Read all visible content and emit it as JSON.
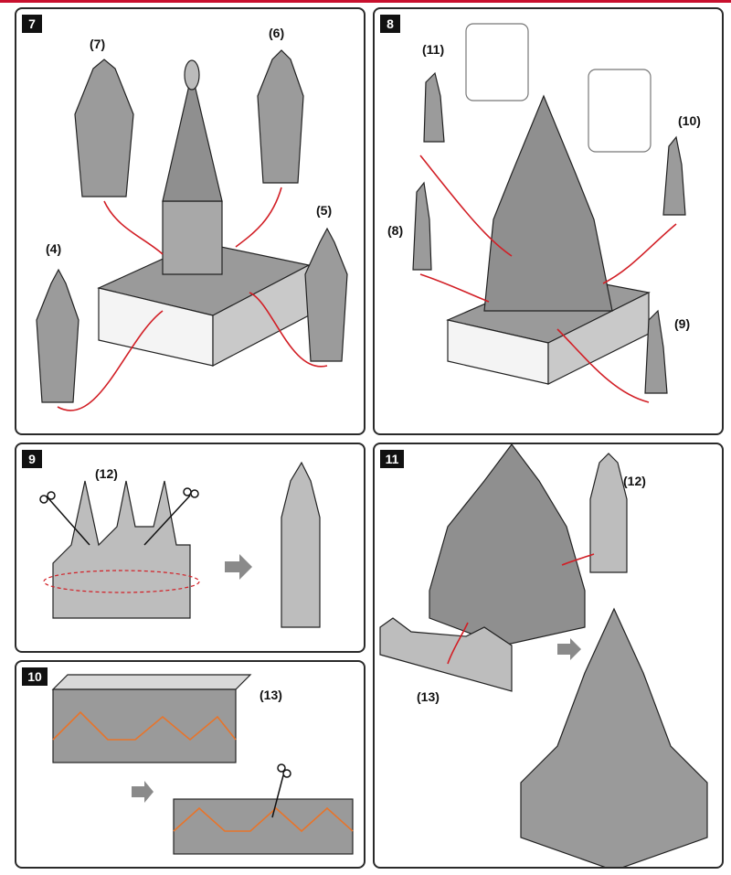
{
  "steps": {
    "s7": {
      "number": "7",
      "labels": [
        "(7)",
        "(6)",
        "(4)",
        "(5)"
      ]
    },
    "s8": {
      "number": "8",
      "labels": [
        "(11)",
        "(10)",
        "(8)",
        "(9)"
      ]
    },
    "s9": {
      "number": "9",
      "labels": [
        "(12)"
      ]
    },
    "s10": {
      "number": "10",
      "labels": [
        "(13)"
      ]
    },
    "s11": {
      "number": "11",
      "labels": [
        "(12)",
        "(13)"
      ]
    }
  },
  "colors": {
    "frame": "#2a2a2a",
    "model_gray": "#8a8a8a",
    "arrow_red": "#d21f26",
    "cut_orange": "#e8742a",
    "hint_arrow": "#7a7a7a",
    "top_rule": "#c8102e"
  },
  "icons": [
    "scissors-icon",
    "next-step-arrow-icon",
    "zoom-callout-icon"
  ]
}
